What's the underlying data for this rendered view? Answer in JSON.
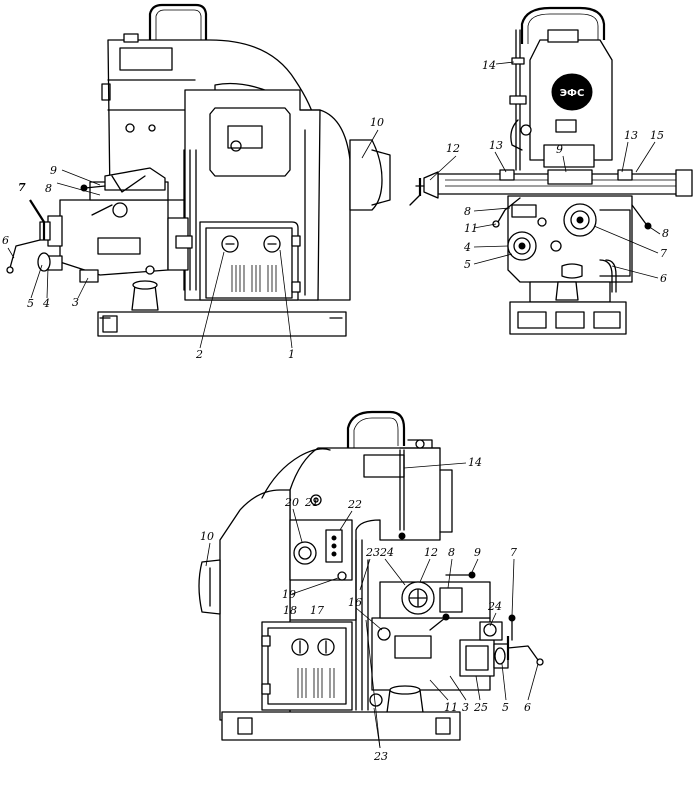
{
  "figure": {
    "view_side": {
      "labels": [
        "1",
        "2",
        "3",
        "4",
        "5",
        "6",
        "7",
        "8",
        "9",
        "10"
      ]
    },
    "view_front": {
      "labels": [
        "4",
        "5",
        "6",
        "7",
        "8",
        "9",
        "11",
        "12",
        "13",
        "13",
        "14",
        "15",
        "8"
      ],
      "logo_text": "ЭФС"
    },
    "view_back": {
      "labels": [
        "3",
        "5",
        "6",
        "7",
        "8",
        "9",
        "10",
        "11",
        "12",
        "14",
        "16",
        "17",
        "18",
        "19",
        "20",
        "21",
        "22",
        "23",
        "23",
        "24",
        "24",
        "25"
      ]
    }
  }
}
